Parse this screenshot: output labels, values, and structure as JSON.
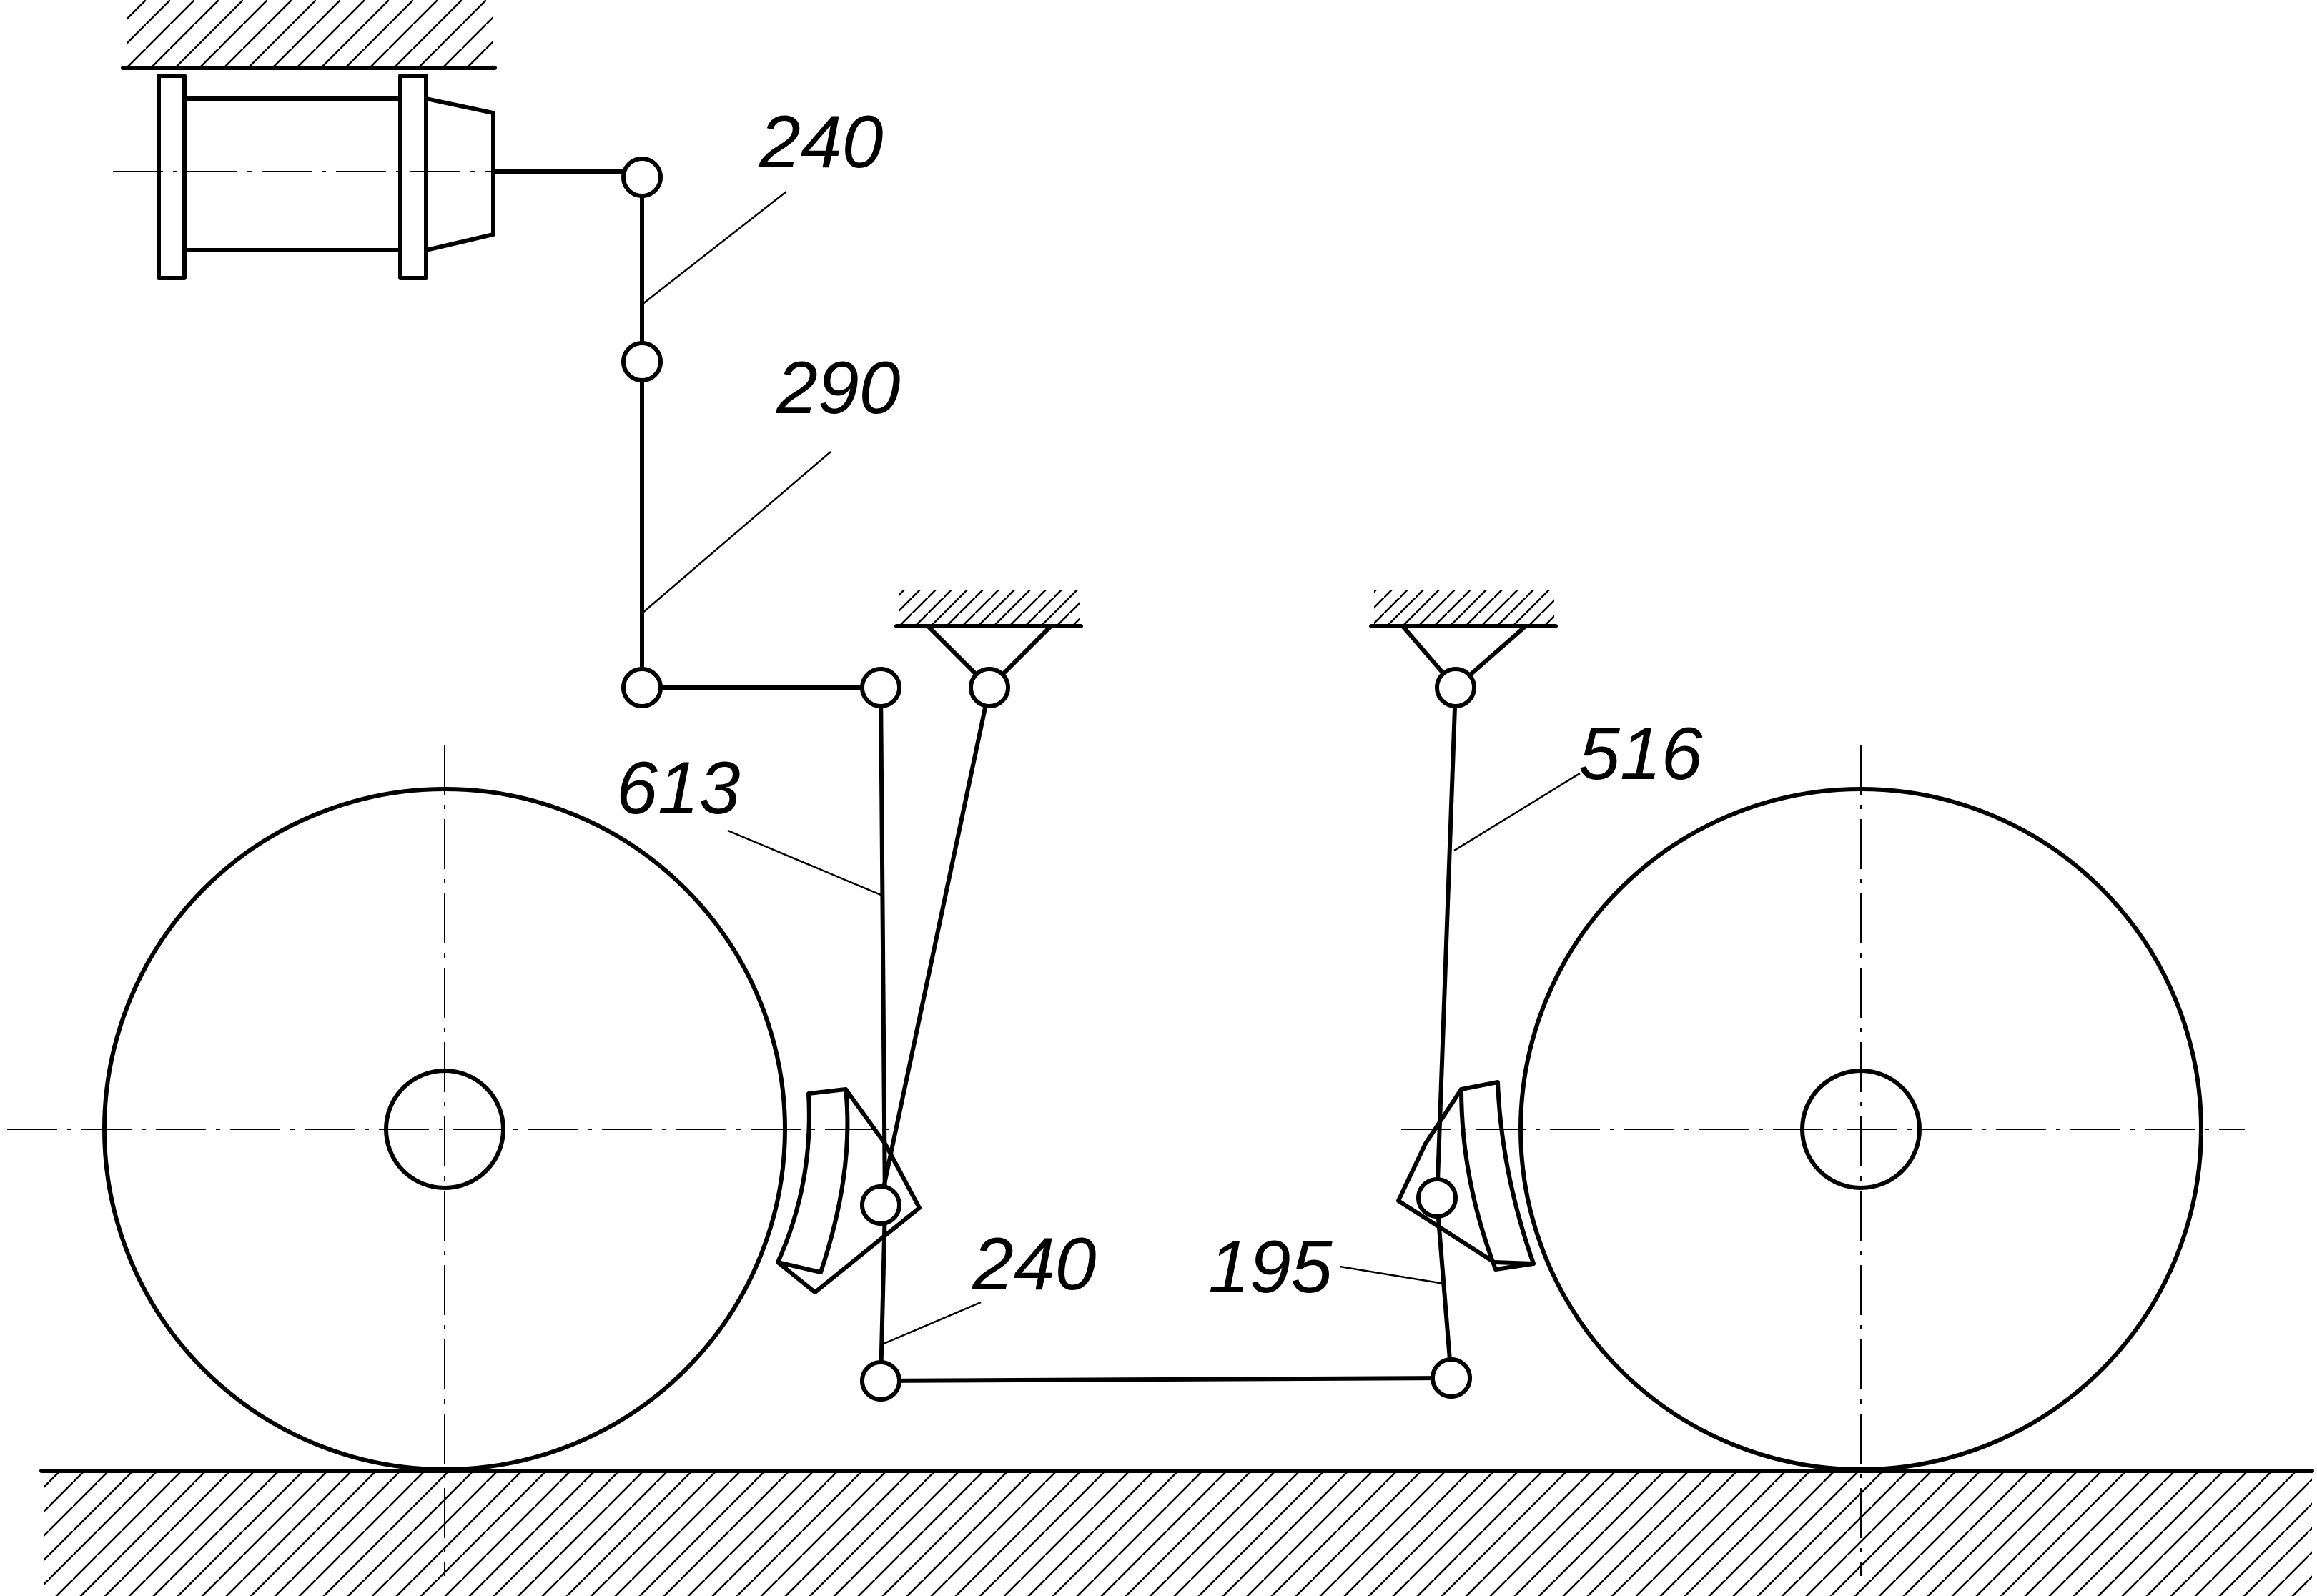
{
  "labels": {
    "link_top": "240",
    "link_vertical": "290",
    "lever_left": "613",
    "lever_right": "516",
    "rod_bottom": "240",
    "link_right_short": "195"
  }
}
